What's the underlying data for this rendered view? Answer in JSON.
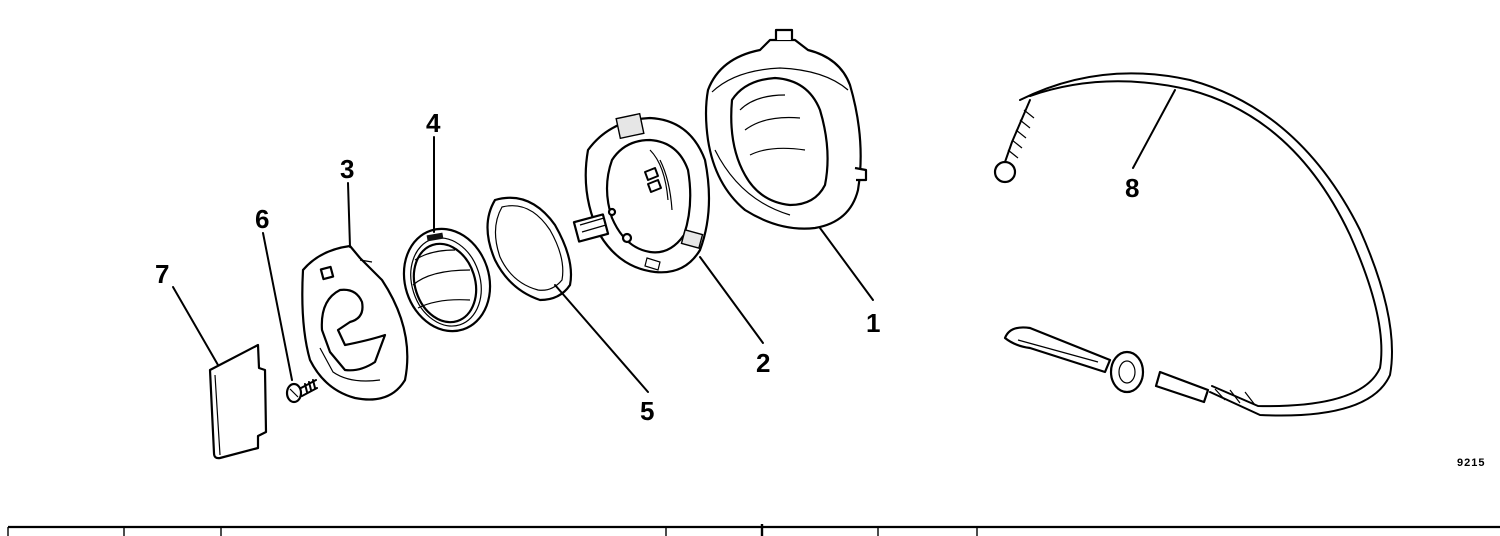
{
  "callouts": [
    {
      "id": "1",
      "label": "1"
    },
    {
      "id": "2",
      "label": "2"
    },
    {
      "id": "3",
      "label": "3"
    },
    {
      "id": "4",
      "label": "4"
    },
    {
      "id": "5",
      "label": "5"
    },
    {
      "id": "6",
      "label": "6"
    },
    {
      "id": "7",
      "label": "7"
    },
    {
      "id": "8",
      "label": "8"
    }
  ],
  "figure_number": "9215",
  "table": {
    "columns": 9,
    "rows": []
  }
}
